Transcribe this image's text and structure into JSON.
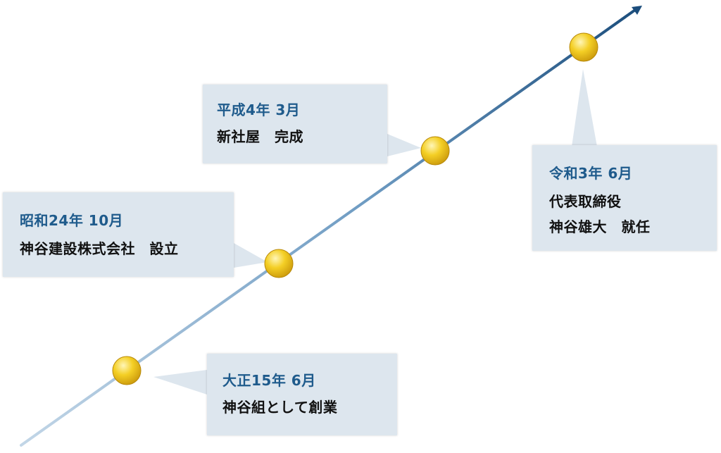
{
  "timeline": {
    "events": [
      {
        "date": "大正15年 6月",
        "text": "神谷組として創業"
      },
      {
        "date": "昭和24年 10月",
        "text": "神谷建設株式会社　設立"
      },
      {
        "date": "平成4年 3月",
        "text": "新社屋　完成"
      },
      {
        "date": "令和3年 6月",
        "text": "代表取締役\n神谷雄大　就任"
      }
    ]
  },
  "colors": {
    "line_start": "#b7cfe3",
    "line_end": "#1b4d7c",
    "node": "#f2c81a",
    "callout_background": "#dde6ee",
    "date_text": "#1f5b8c",
    "body_text": "#111111"
  }
}
